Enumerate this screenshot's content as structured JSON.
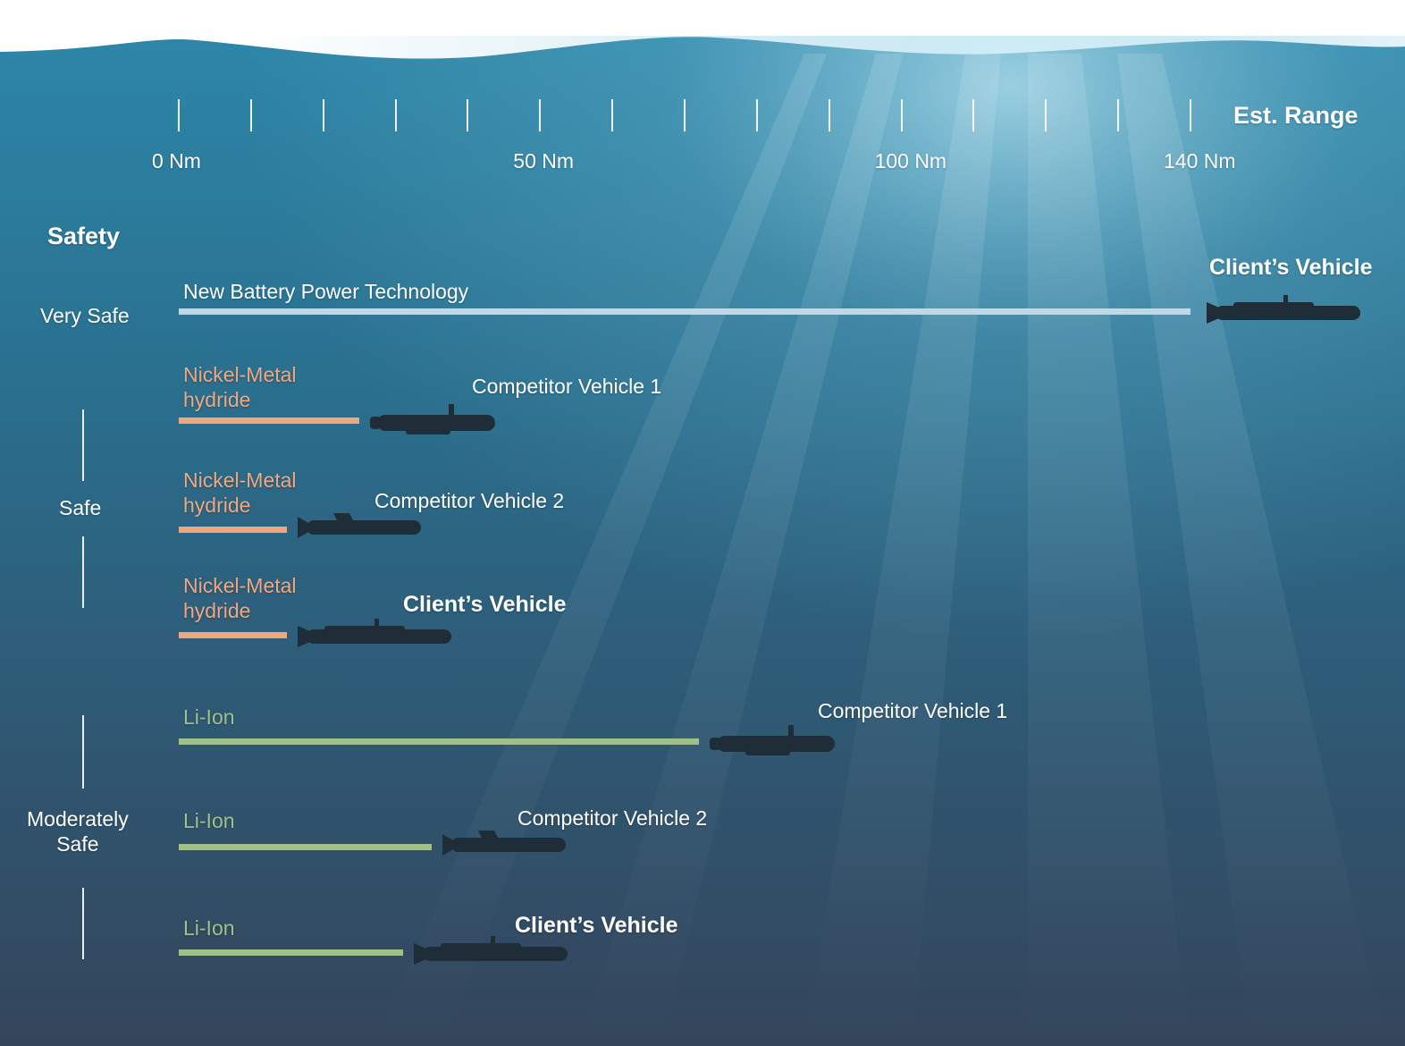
{
  "chart_data": {
    "type": "bar",
    "title": "",
    "x_axis": {
      "label": "Est. Range",
      "unit": "Nm",
      "range": [
        0,
        140
      ],
      "tick_values": [
        0,
        10,
        20,
        30,
        40,
        50,
        60,
        70,
        80,
        90,
        100,
        110,
        120,
        130,
        140
      ],
      "tick_labels": [
        {
          "value": 0,
          "label": "0 Nm"
        },
        {
          "value": 50,
          "label": "50 Nm"
        },
        {
          "value": 100,
          "label": "100 Nm"
        },
        {
          "value": 140,
          "label": "140 Nm"
        }
      ]
    },
    "y_axis": {
      "label": "Safety",
      "groups": [
        {
          "label": "Very Safe",
          "rows": [
            0
          ]
        },
        {
          "label": "Safe",
          "rows": [
            1,
            2,
            3
          ]
        },
        {
          "label": "Moderately\nSafe",
          "rows": [
            4,
            5,
            6
          ]
        }
      ]
    },
    "rows": [
      {
        "technology": "New Battery Power Technology",
        "vehicle": "Client’s Vehicle",
        "value": 140,
        "color": "#c3d6e2",
        "highlight": true,
        "profile": "client"
      },
      {
        "technology": "Nickel-Metal\nhydride",
        "vehicle": "Competitor Vehicle 1",
        "value": 25,
        "color": "#f0a67e",
        "highlight": false,
        "profile": "competitor-1"
      },
      {
        "technology": "Nickel-Metal\nhydride",
        "vehicle": "Competitor Vehicle 2",
        "value": 15,
        "color": "#f0a67e",
        "highlight": false,
        "profile": "competitor-2"
      },
      {
        "technology": "Nickel-Metal\nhydride",
        "vehicle": "Client’s Vehicle",
        "value": 15,
        "color": "#f0a67e",
        "highlight": true,
        "profile": "client"
      },
      {
        "technology": "Li-Ion",
        "vehicle": "Competitor Vehicle 1",
        "value": 72,
        "color": "#9fc08b",
        "highlight": false,
        "profile": "competitor-1"
      },
      {
        "technology": "Li-Ion",
        "vehicle": "Competitor Vehicle 2",
        "value": 35,
        "color": "#9fc08b",
        "highlight": false,
        "profile": "competitor-2"
      },
      {
        "technology": "Li-Ion",
        "vehicle": "Client’s Vehicle",
        "value": 31,
        "color": "#9fc08b",
        "highlight": true,
        "profile": "client"
      }
    ],
    "colors": {
      "water_top": "#2d86a8",
      "water_bottom": "#34455b",
      "sky": "#ffffff",
      "vehicle": "#1f2d38",
      "text": "#ffffff"
    }
  }
}
